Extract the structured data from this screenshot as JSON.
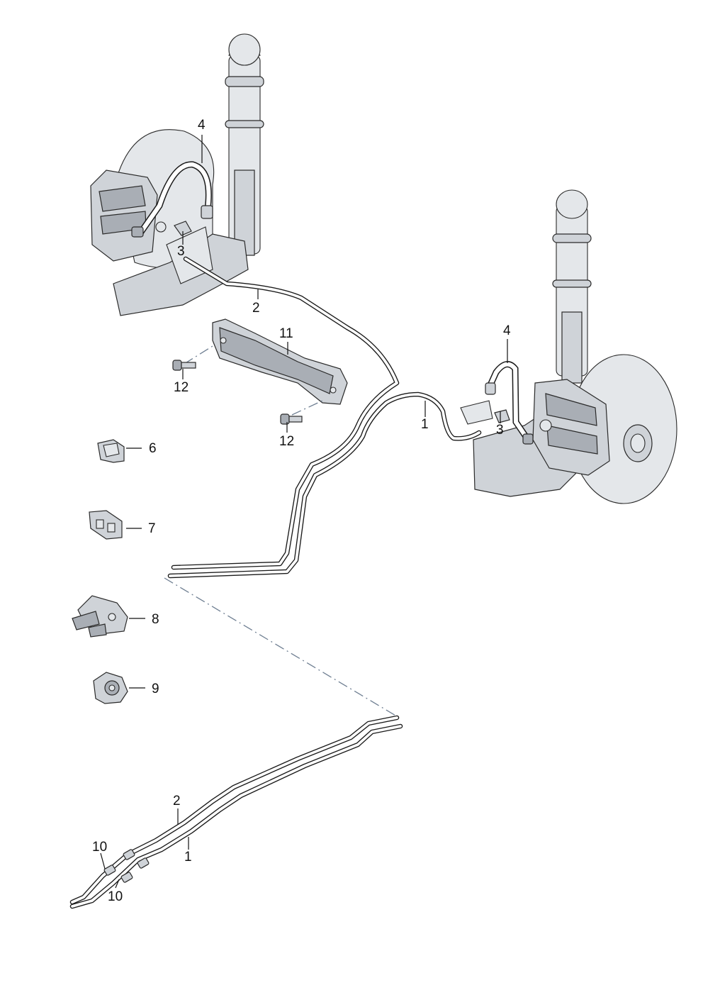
{
  "callouts": {
    "hose_left": "4",
    "clip_left": "3",
    "line_2_top": "2",
    "shield": "11",
    "bolt_upper": "12",
    "bolt_lower": "12",
    "hose_right": "4",
    "line_1_top": "1",
    "clip_right": "3",
    "holder_6": "6",
    "holder_7": "7",
    "holder_8": "8",
    "holder_9": "9",
    "line_2_bottom": "2",
    "line_1_bottom": "1",
    "union_upper": "10",
    "union_lower": "10"
  },
  "icons": {
    "strut": "shock-absorber-icon",
    "caliper": "brake-caliper-icon",
    "disc": "brake-disc-icon",
    "hose": "brake-hose-icon",
    "clip": "retaining-clip-icon",
    "shield": "heat-shield-icon",
    "bolt": "bolt-icon",
    "holder": "pipe-holder-icon",
    "union": "union-nut-icon"
  },
  "colors": {
    "part_fill": "#cfd3d8",
    "part_shadow": "#a9aeb5",
    "outline": "#1a1a1a",
    "dash_line": "#6f7f92"
  }
}
